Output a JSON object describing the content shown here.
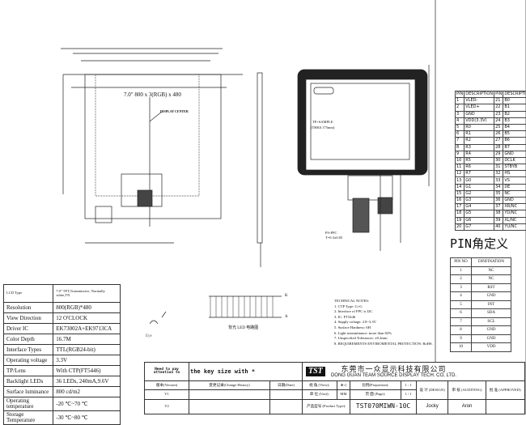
{
  "drawing": {
    "display_label": "7.0\" 800 x 3(RGB) x 480",
    "display_center": "DISPLAY CENTER",
    "touch_label": "TP+SAMPLE",
    "touch_thk": "(THK0.175mm)",
    "fpc_label": "PI+FPC",
    "fpc_thk": "T=0.3±0.05",
    "eye_label": "Eye",
    "led_circuit_label": "背光 LED 电路图",
    "led_k": "K",
    "led_a": "A"
  },
  "spec_table": [
    [
      "LCD Type",
      "7.0\" TFT,Transmissive, Normally white,TN"
    ],
    [
      "Resolution",
      "800(RGB)*480"
    ],
    [
      "View Direction",
      "12 O'CLOCK"
    ],
    [
      "Driver IC",
      "EK73002A+EK9713CA"
    ],
    [
      "Color Depth",
      "16.7M"
    ],
    [
      "Interface Types",
      "TTL(RGB24-bit)"
    ],
    [
      "Operating voltage",
      "3.3V"
    ],
    [
      "TP/Lens",
      "With CTP(FT5446)"
    ],
    [
      "Backlight LEDs",
      "36 LEDs, 240mA,9.6V"
    ],
    [
      "Surface luminance",
      "800 cd/m2"
    ],
    [
      "Operating temperature",
      "-20 ℃~70 ℃"
    ],
    [
      "Storage Temperature",
      "-30 ℃~80 ℃"
    ]
  ],
  "pin_table": {
    "headers": [
      "PIN",
      "DESCRIPTION",
      "PIN",
      "DESCRIPTION"
    ],
    "rows": [
      [
        "1",
        "VLED-",
        "21",
        "B0"
      ],
      [
        "2",
        "VLED+",
        "22",
        "B1"
      ],
      [
        "3",
        "GND",
        "23",
        "B2"
      ],
      [
        "4",
        "VDD(3.3V)",
        "24",
        "B3"
      ],
      [
        "5",
        "R0",
        "25",
        "B4"
      ],
      [
        "6",
        "R1",
        "26",
        "B5"
      ],
      [
        "7",
        "R2",
        "27",
        "B6"
      ],
      [
        "8",
        "R3",
        "28",
        "B7"
      ],
      [
        "9",
        "R4",
        "29",
        "GND"
      ],
      [
        "10",
        "R5",
        "30",
        "DCLK"
      ],
      [
        "11",
        "R6",
        "31",
        "STBYB"
      ],
      [
        "12",
        "R7",
        "32",
        "HS"
      ],
      [
        "13",
        "G0",
        "33",
        "VS"
      ],
      [
        "14",
        "G1",
        "34",
        "DE"
      ],
      [
        "15",
        "G2",
        "35",
        "NC"
      ],
      [
        "16",
        "G3",
        "36",
        "GND"
      ],
      [
        "17",
        "G4",
        "37",
        "XR/NC"
      ],
      [
        "18",
        "G5",
        "38",
        "YD/NC"
      ],
      [
        "19",
        "G6",
        "39",
        "XL/NC"
      ],
      [
        "20",
        "G7",
        "40",
        "YU/NC"
      ]
    ]
  },
  "ctp_pins": {
    "title": "PIN角定义",
    "headers": [
      "PIN NO",
      "DINFINATION"
    ],
    "rows": [
      [
        "1",
        "NC"
      ],
      [
        "2",
        "NC"
      ],
      [
        "3",
        "RST"
      ],
      [
        "4",
        "GND"
      ],
      [
        "5",
        "INT"
      ],
      [
        "6",
        "SDA"
      ],
      [
        "7",
        "SCL"
      ],
      [
        "8",
        "GND"
      ],
      [
        "9",
        "GND"
      ],
      [
        "10",
        "VDD"
      ]
    ]
  },
  "technical_notes": [
    "TECHNICAL NOTES:",
    "1. CTP Type: G+G",
    "2. Interface of FPC is I2C",
    "3. IC: FT5446",
    "4. Supply voltage: 2.8~3.3V",
    "5. Surface Hardness: 6H",
    "6. Light transmittance: more than 82%",
    "7. Unspecified Tolerances: ±0.2mm",
    "8. REQUIREMENTS ENVIROMENTAL PROTECTION: RoHS."
  ],
  "title_block": {
    "attention": "Need to pay attention to",
    "key_note": "the key size with *",
    "logo": "TST",
    "company_cn": "东莞市一众显示科技有限公司",
    "company_en": "DONG GUAN TEAM SOURCE DISPLAY TECH. CO, LTD.",
    "version_h": "版本(Version)",
    "history_h": "变更记录(Change History)",
    "date_h": "日期(Date)",
    "view_h": "视 角 (View):",
    "proportion_h": "比例(Proportion):",
    "proportion": "1 : 1",
    "unit_h": "单 位 (Unit):",
    "unit": "MM",
    "page_h": "页 面 (Page):",
    "page": "1 / 1",
    "product_h": "产品型号 (Product Type):",
    "product": "TST070MIWN-10C",
    "design_h": "设 计 (DESIGN)",
    "audit_h": "审 核 (AUDITING)",
    "approve_h": "批 准 (APPROVED)",
    "designer": "Jocky",
    "auditor": "Aron",
    "v1": "V1",
    "v2": "V2"
  }
}
